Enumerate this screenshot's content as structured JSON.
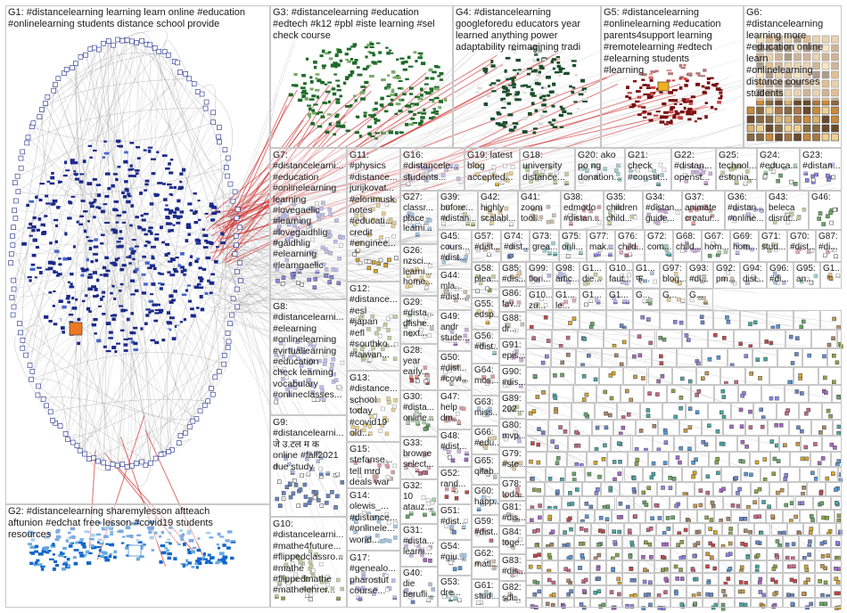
{
  "groups": {
    "G1": "G1: #distancelearning learning learn online #education\n#onlinelearning students distance school provide",
    "G2": "G2: #distancelearning sharemylesson aftteach\naftunion #edchat free lesson #covid19 students\nresources",
    "G3": "G3: #distancelearning #education\n#edtech #k12 #pbl #iste learning #sel\ncheck course",
    "G4": "G4: #distancelearning\ngoogleforedu educators year\nlearned anything power\nadaptability reimagining tradi",
    "G5": "G5: #distancelearning\n#onlinelearning #education\nparents4support learning\n#remotelearning #edtech\n#elearning students\n#learning",
    "G6": "G6:\n#distancelearning\nlearning more\n#education online\nlearn\n#onlinelearning\ndistance courses\nstudents",
    "G7": "G7:\n#distancelearni...\n#education\n#onlinelearning\nlearning\n#lovegaelic\n#learning\n#lovegaidhlig\n#gàidhlig\n#elearning\n#learngaelic",
    "G8": "G8:\n#distancelearni...\n#elearning\n#onlinelearning\n#virtuallearning\n#education\ncheck learning\nvocabulary\n#onlineclasses...",
    "G9": "G9:\n#distancelearni...\nजे उ.टल म क\nonline #fall2021\ndue study",
    "G10": "G10:\n#distancelearni...\n#mathe4future...\n#flippedclassro...\n#mathe\n#flippedmathe\n#mathelehrer...",
    "G11": "G11:\n#physics\n#distance...\njurijkovat...\n#elonmusk\nnotes\n#educati...\ncredit\n#enginee...",
    "G12": "G12:\n#distance...\n#esl\n#japan\n#efl\n#southko...\n#taiwan...",
    "G13": "G13:\n#distance...\nschool\ntoday\n#covid19\nold...",
    "G14": "G14:\nolewis_...\n#distance...\n#onlinele...\nworld...",
    "G15": "G15:\nstefanse...\ntell mrd\ndeals war\nstart...",
    "G16": "G16:\n#distancele...\nstudents...",
    "G17": "G17:\n#genealo...\npharostut\ncourse...",
    "G18": "G18:\nuniversity\ndistance...",
    "G19": "G19: latest\nblog\naccepted...",
    "G20": "G20: ako\npo ng\ndonation...",
    "G21": "G21:\ncheck\n#constit...",
    "G22": "G22:\n#distan...\nopenst...",
    "G23": "G23:\n#distan...",
    "G24": "G24:\n#educa...",
    "G25": "G25:\ntechnol...\nestonia...",
    "G26": "G26:\nnzsci...\nlearni...\nhome...",
    "G27": "G27:\nclassr...\nplace\nlearni...",
    "G28": "G28:\nyear\nearly...",
    "G29": "G29:\n#dista...\ndfishe...\nnext...",
    "G30": "G30:\n#dista...\nonline...",
    "G31": "G31:\n#dista...\nlearni...",
    "G32": "G32:\n10\natauz...",
    "G33": "G33:\nbrowse\nselect...",
    "G34": "G34:\n#distan...\nguide...",
    "G35": "G35:\nchildren\nchild...",
    "G36": "G36:\n#distan...\n#online...",
    "G37": "G37:\nanimate\ncreatur...",
    "G38": "G38:\nedmodo\n#distan...",
    "G39": "G39:\nbufore...\n#distan...",
    "G40": "G40:\ndie\nberufli...",
    "G41": "G41:\nzoom\ntool...",
    "G42": "G42:\nhighly\nscalabl...",
    "G43": "G43:\nbeleca\ndisrut...",
    "G44": "G44:\nmla...\n#dist...",
    "G45": "G45:\ncours...\n#dist...",
    "G46": "G46:",
    "G47": "G47:\nhelp\ndm...",
    "G48": "G48:\n#dist...",
    "G49": "G49:\nandr\nstude...",
    "G50": "G50:\n#dist...\n#covi...",
    "G51": "G51:\n#dist...",
    "G52": "G52:\nrand...",
    "G53": "G53:\ndre...",
    "G54": "G54:\n#giu...",
    "G55": "G55:\nedsp...",
    "G56": "G56:\n#dist...",
    "G57": "G57:\n#dist...",
    "G58": "G58:\nplea...",
    "G59": "G59:\n#dist...",
    "G60": "G60:\nhapp...",
    "G61": "G61:\nstud...",
    "G62": "G62:\nmatl...",
    "G63": "G63:\nmiss...",
    "G64": "G64:\nmos...",
    "G65": "G65:\nqitab...",
    "G66": "G66:\n#edu...",
    "G67": "G67:\nhom...",
    "G68": "G68:\nchild...",
    "G69": "G69:\nhom...",
    "G70": "G70:\n#dist...",
    "G71": "G71:\nstud...",
    "G72": "G72:\ncom...",
    "G73": "G73:\ngrea...",
    "G74": "G74:\n#dist...",
    "G75": "G75:\nonli...",
    "G76": "G76:\nchild...",
    "G77": "G77:\nmak...",
    "G78": "G78:\ntoda...",
    "G79": "G79:\n#ste...",
    "G80": "G80:\nmvp...",
    "G81": "G81:\n#dis...",
    "G82": "G82:\nsdl...",
    "G83": "G83:\n#dis...",
    "G84": "G84:\ntoge...",
    "G85": "G85:\n#dis...",
    "G86": "G86:\nfav...",
    "G87": "G87:\n#di...",
    "G88": "G88:\ndr...",
    "G89": "G89:\n202...",
    "G90": "G90:\n#dis...",
    "G91": "G91:\nepis...",
    "G92": "G92:\npm...",
    "G93": "G93:\n#di...",
    "G94": "G94:\ndist...",
    "G95": "G95:\nan...",
    "G96": "G96:\n#di...",
    "G97": "G97:\nblog...",
    "G98": "G98:\nartic...",
    "G99": "G99:\nflori...",
    "G100": "G1...\ndie...",
    "G101": "G10...\nfaut...",
    "G102": "G1...\nफ्...",
    "G103": "G1...",
    "G104": "G10...\nzu...",
    "G105": "G1...\nle...",
    "G106": "G1...",
    "G107": "G1...",
    "G108": "G...",
    "G109": "G...",
    "G110": "G..."
  }
}
